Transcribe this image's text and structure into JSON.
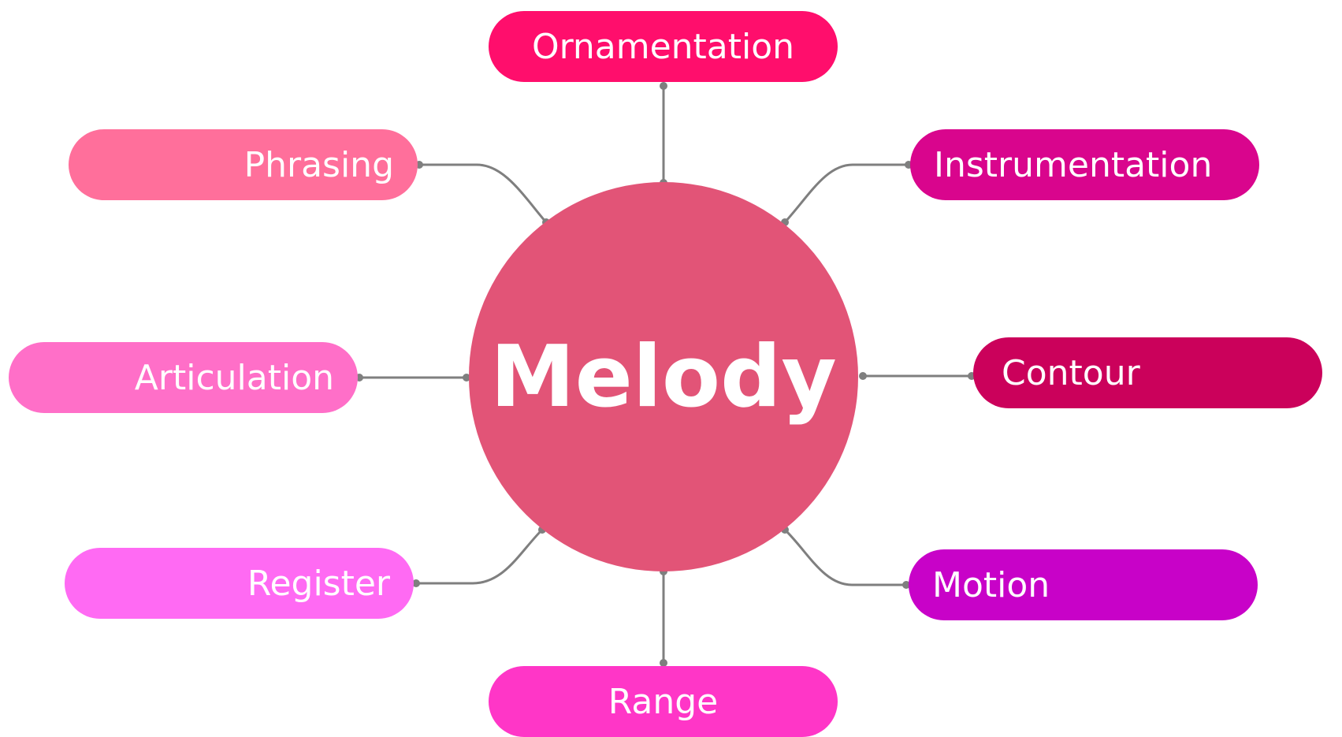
{
  "center": {
    "label": "Melody",
    "color": "#e25477"
  },
  "nodes": {
    "ornamentation": {
      "label": "Ornamentation",
      "color": "#ff0e6c"
    },
    "phrasing": {
      "label": "Phrasing",
      "color": "#ff6f9b"
    },
    "articulation": {
      "label": "Articulation",
      "color": "#ff6fc8"
    },
    "register": {
      "label": "Register",
      "color": "#ff6af3"
    },
    "range": {
      "label": "Range",
      "color": "#ff36c7"
    },
    "instrumentation": {
      "label": "Instrumentation",
      "color": "#d9058d"
    },
    "contour": {
      "label": "Contour",
      "color": "#cb015b"
    },
    "motion": {
      "label": "Motion",
      "color": "#c802c8"
    }
  },
  "connector_color": "#7f7f7f"
}
